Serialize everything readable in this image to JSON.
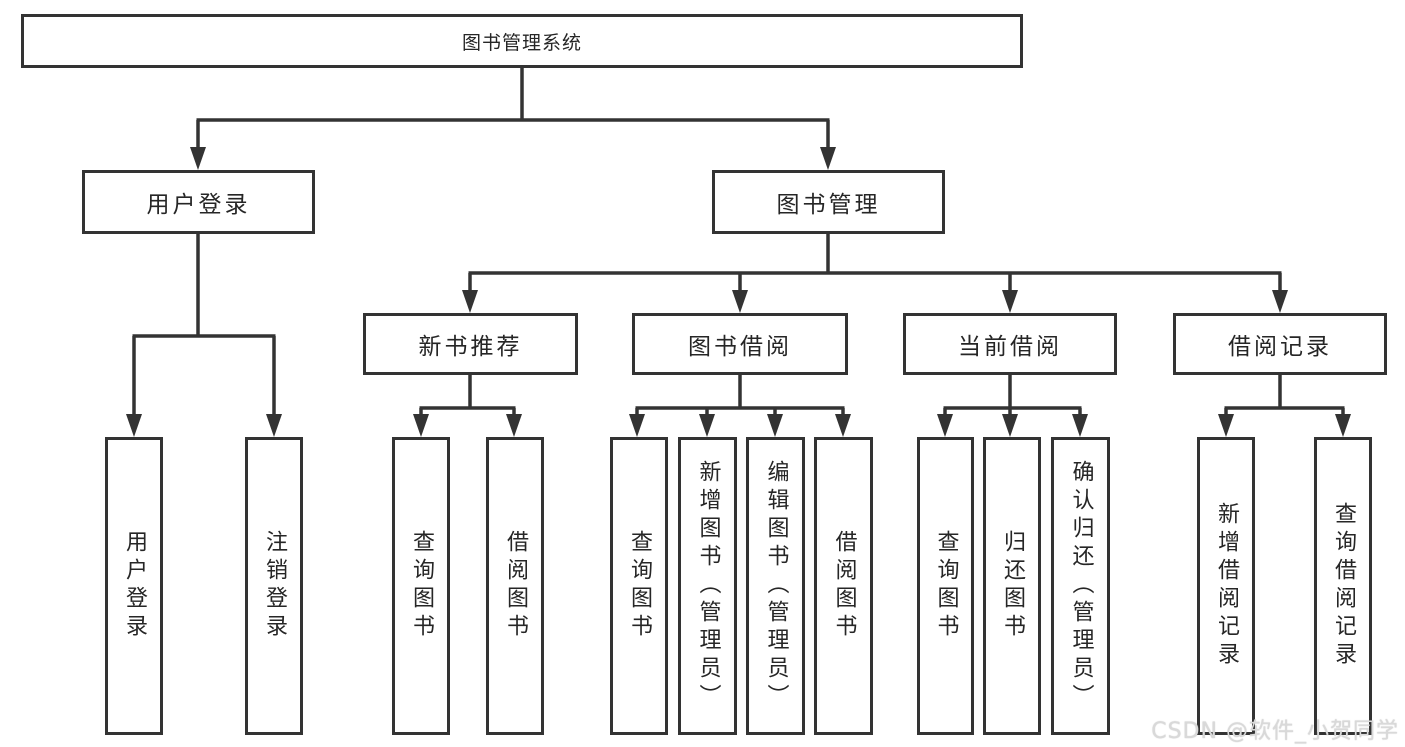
{
  "diagram": {
    "type": "hierarchy-tree",
    "colors": {
      "line": "#333333",
      "box_border": "#333333",
      "box_fill": "#ffffff",
      "text": "#262626",
      "watermark": "#d9d9d9"
    },
    "root": {
      "label": "图书管理系统"
    },
    "level2": [
      {
        "id": "user-login",
        "label": "用户登录",
        "parent": "图书管理系统"
      },
      {
        "id": "book-management",
        "label": "图书管理",
        "parent": "图书管理系统"
      }
    ],
    "level3": [
      {
        "id": "new-book-recommend",
        "label": "新书推荐",
        "parent": "图书管理"
      },
      {
        "id": "book-borrowing",
        "label": "图书借阅",
        "parent": "图书管理"
      },
      {
        "id": "current-borrowing",
        "label": "当前借阅",
        "parent": "图书管理"
      },
      {
        "id": "borrowing-records",
        "label": "借阅记录",
        "parent": "图书管理"
      }
    ],
    "leaves": [
      {
        "label": "用户登录",
        "parent": "用户登录"
      },
      {
        "label": "注销登录",
        "parent": "用户登录"
      },
      {
        "label": "查询图书",
        "parent": "新书推荐"
      },
      {
        "label": "借阅图书",
        "parent": "新书推荐"
      },
      {
        "label": "查询图书",
        "parent": "图书借阅"
      },
      {
        "label": "新增图书（管理员）",
        "parent": "图书借阅"
      },
      {
        "label": "编辑图书（管理员）",
        "parent": "图书借阅"
      },
      {
        "label": "借阅图书",
        "parent": "图书借阅"
      },
      {
        "label": "查询图书",
        "parent": "当前借阅"
      },
      {
        "label": "归还图书",
        "parent": "当前借阅"
      },
      {
        "label": "确认归还（管理员）",
        "parent": "当前借阅"
      },
      {
        "label": "新增借阅记录",
        "parent": "借阅记录"
      },
      {
        "label": "查询借阅记录",
        "parent": "借阅记录"
      }
    ]
  },
  "watermark": {
    "text": "CSDN @软件_小贺同学"
  }
}
